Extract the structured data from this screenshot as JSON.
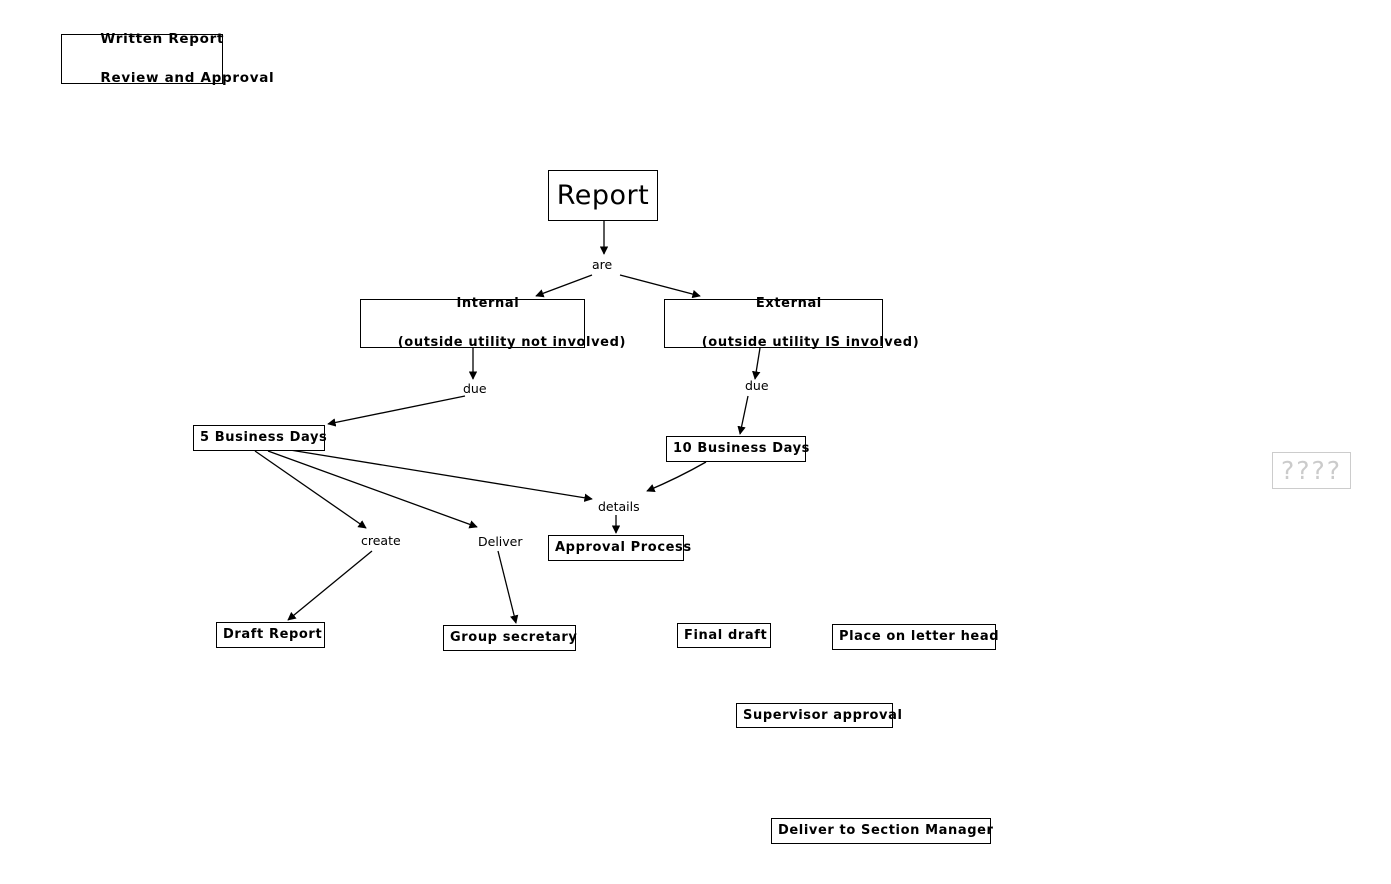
{
  "document": {
    "title": "Written Report Review and Approval",
    "type": "concept-map"
  },
  "title_box": {
    "line1": "Written Report",
    "line2": "Review and Approval"
  },
  "nodes": {
    "root": {
      "label": "Report"
    },
    "internal": {
      "line1": "Internal",
      "line2": "(outside utility not involved)"
    },
    "external": {
      "line1": "External",
      "line2": "(outside utility IS involved)"
    },
    "five_days": {
      "label": "5 Business Days"
    },
    "ten_days": {
      "label": "10 Business Days"
    },
    "approval_process": {
      "label": "Approval Process"
    },
    "draft_report": {
      "label": "Draft Report"
    },
    "group_secretary": {
      "label": "Group secretary"
    },
    "final_draft": {
      "label": "Final draft"
    },
    "letter_head": {
      "label": "Place on letter head"
    },
    "supervisor_approval": {
      "label": "Supervisor approval"
    },
    "section_manager": {
      "label": "Deliver to Section Manager"
    },
    "placeholder": {
      "label": "????"
    }
  },
  "link_labels": {
    "are": "are",
    "due_internal": "due",
    "due_external": "due",
    "details": "details",
    "create": "create",
    "deliver": "Deliver"
  },
  "colors": {
    "ink": "#000000",
    "paper": "#ffffff",
    "ghost": "#cbcbcb"
  }
}
